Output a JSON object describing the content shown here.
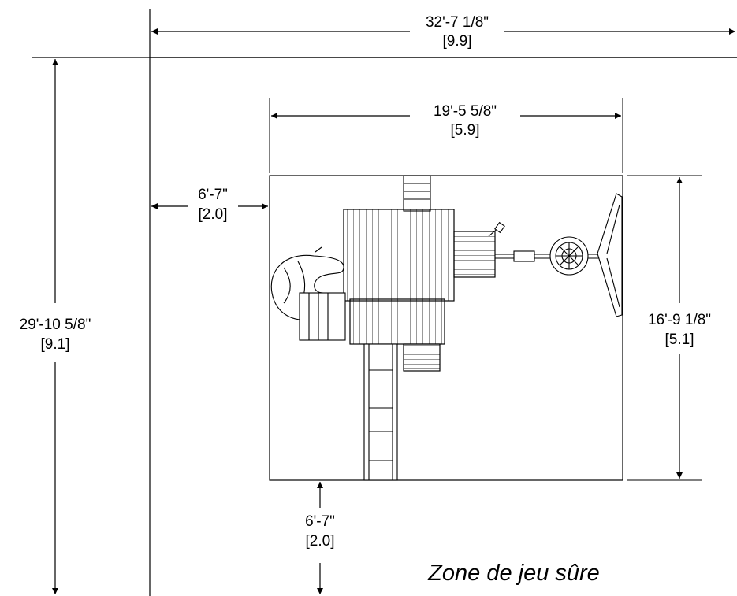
{
  "dimensions": {
    "overall_width": {
      "imperial": "32'-7 1/8\"",
      "metric": "[9.9]"
    },
    "overall_depth": {
      "imperial": "29'-10 5/8\"",
      "metric": "[9.1]"
    },
    "structure_width": {
      "imperial": "19'-5 5/8\"",
      "metric": "[5.9]"
    },
    "structure_depth": {
      "imperial": "16'-9 1/8\"",
      "metric": "[5.1]"
    },
    "side_clearance": {
      "imperial": "6'-7\"",
      "metric": "[2.0]"
    },
    "bottom_clearance": {
      "imperial": "6'-7\"",
      "metric": "[2.0]"
    }
  },
  "caption": "Zone de jeu sûre",
  "colors": {
    "line": "#000000",
    "background": "#ffffff"
  }
}
